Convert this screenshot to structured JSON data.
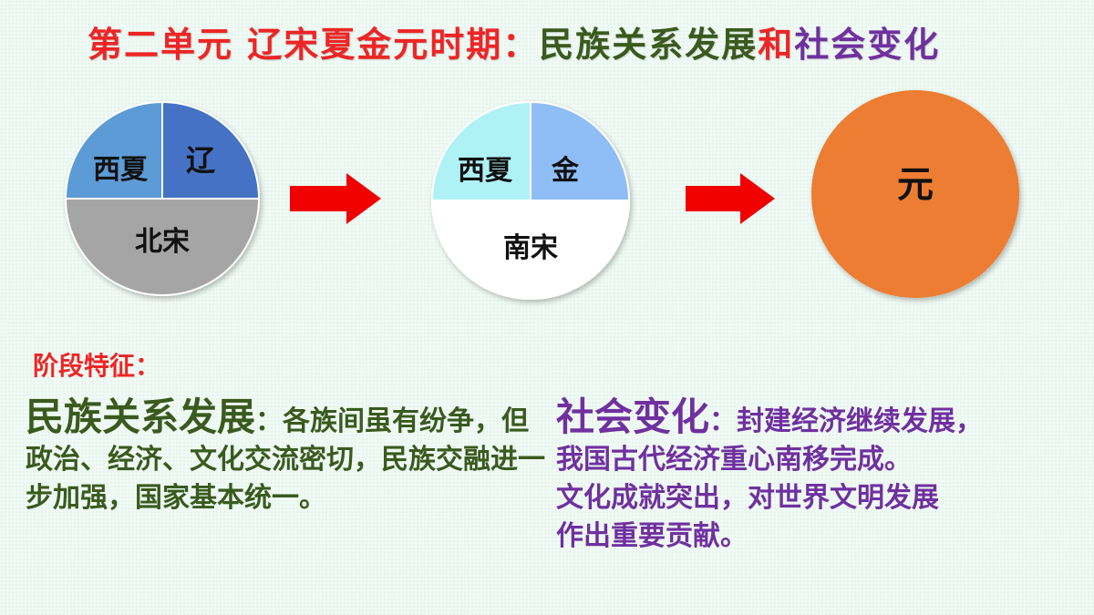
{
  "title": {
    "unit": "第二单元",
    "period": "辽宋夏金元时期：",
    "part1": "民族关系发展",
    "conj": "和",
    "part2": "社会变化"
  },
  "diagram": {
    "pie1": {
      "top_left": "西夏",
      "top_right": "辽",
      "bottom": "北宋"
    },
    "pie2": {
      "top_left": "西夏",
      "top_right": "金",
      "bottom": "南宋"
    },
    "pie3": {
      "label": "元"
    },
    "colors": {
      "xixia1": "#5b9bd5",
      "liao": "#4472c4",
      "beisong": "#a5a5a5",
      "xixia2": "#aef2f6",
      "jin": "#8fbdf5",
      "nansong": "#ffffff",
      "yuan": "#ed7d31",
      "arrow": "#f00000"
    }
  },
  "stage_label": "阶段特征：",
  "ethnic": {
    "heading": "民族关系发展",
    "text": "：各族间虽有纷争，但政治、经济、文化交流密切，民族交融进一步加强，国家基本统一。"
  },
  "society": {
    "heading": "社会变化",
    "line1": "：封建经济继续发展，",
    "line2": "我国古代经济重心南移完成。",
    "line3": "文化成就突出，对世界文明发展",
    "line4": "作出重要贡献。"
  }
}
